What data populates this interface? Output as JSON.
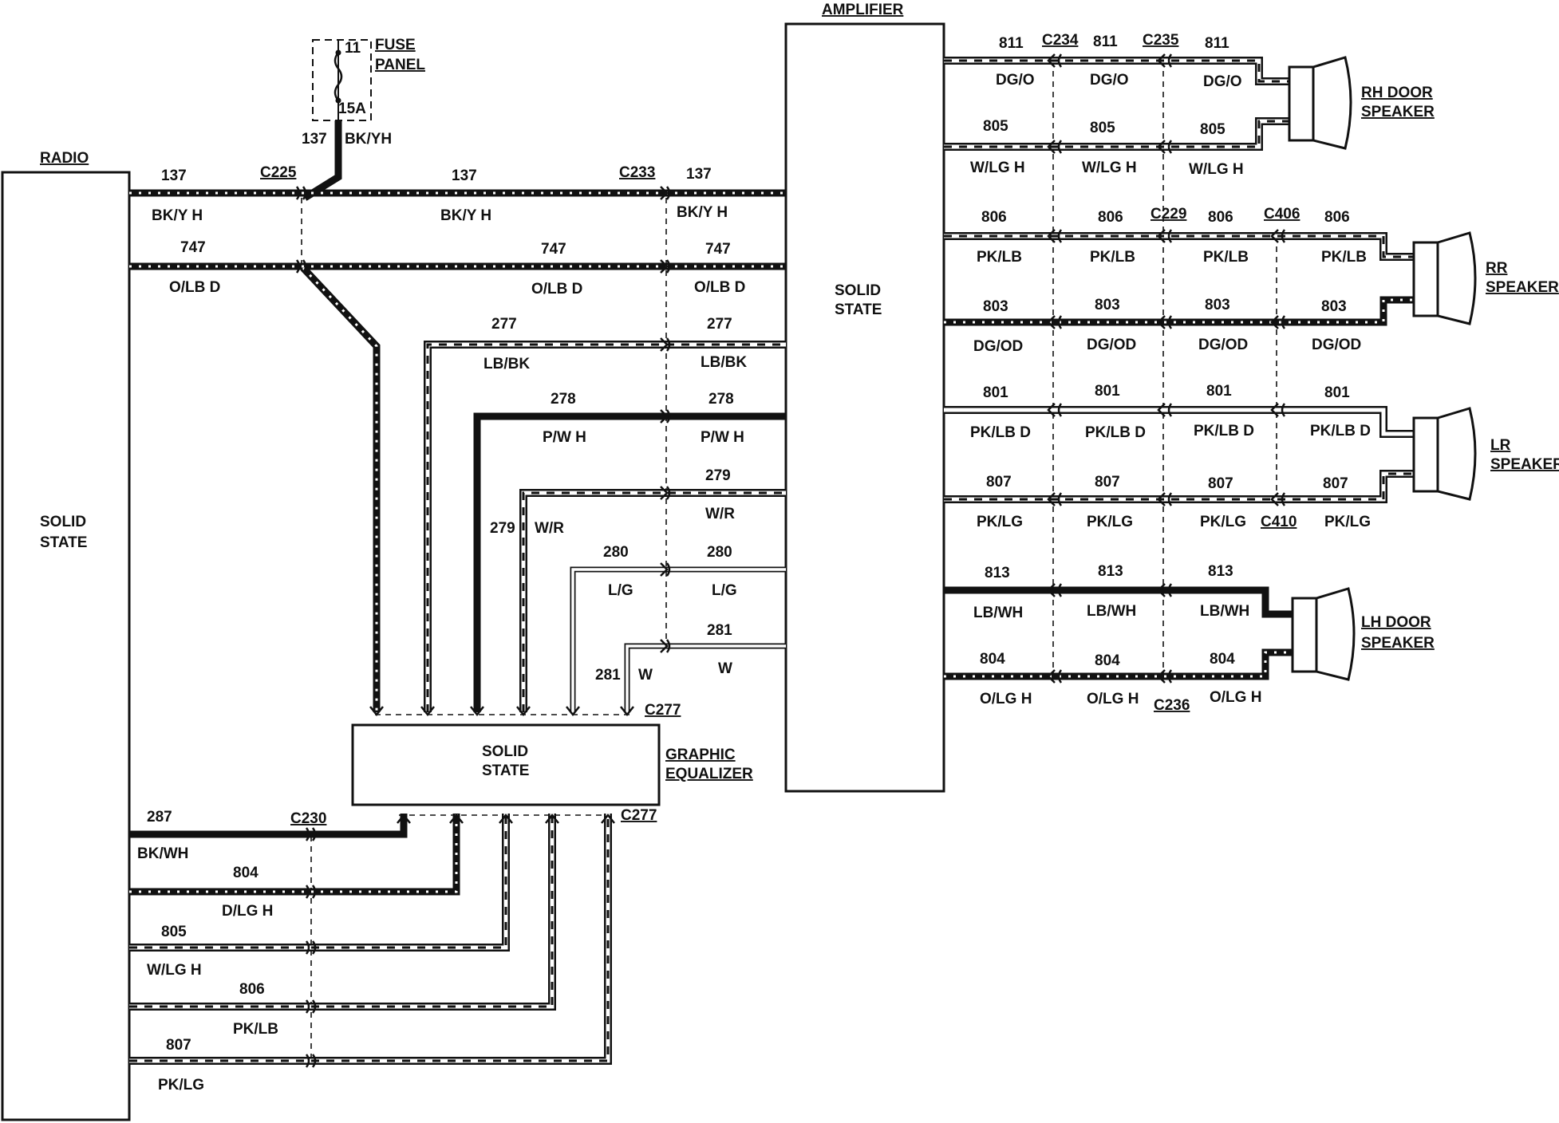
{
  "components": {
    "radio": {
      "title": "RADIO",
      "line1": "SOLID",
      "line2": "STATE"
    },
    "amplifier": {
      "title": "AMPLIFIER",
      "line1": "SOLID",
      "line2": "STATE"
    },
    "equalizer": {
      "title1": "GRAPHIC",
      "title2": "EQUALIZER",
      "line1": "SOLID",
      "line2": "STATE"
    },
    "fuse_panel": {
      "title1": "FUSE",
      "title2": "PANEL",
      "fuse_number": "11",
      "rating": "15A"
    },
    "speakers": {
      "rh_door": {
        "line1": "RH DOOR",
        "line2": "SPEAKER"
      },
      "rr": {
        "line1": "RR",
        "line2": "SPEAKER"
      },
      "lr": {
        "line1": "LR",
        "line2": "SPEAKER"
      },
      "lh_door": {
        "line1": "LH DOOR",
        "line2": "SPEAKER"
      }
    }
  },
  "connectors": {
    "c225": "C225",
    "c233": "C233",
    "c277_top": "C277",
    "c277_bottom": "C277",
    "c230": "C230",
    "c234": "C234",
    "c235": "C235",
    "c229": "C229",
    "c406": "C406",
    "c410": "C410",
    "c236": "C236"
  },
  "wires": {
    "fuse_feed": {
      "circuit": "137",
      "color": "BK/YH"
    },
    "w137": {
      "circuit": "137",
      "color": "BK/Y H"
    },
    "w747": {
      "circuit": "747",
      "color": "O/LB D"
    },
    "w277": {
      "circuit": "277",
      "color": "LB/BK"
    },
    "w278": {
      "circuit": "278",
      "color": "P/W H"
    },
    "w279": {
      "circuit": "279",
      "color": "W/R"
    },
    "w280": {
      "circuit": "280",
      "color": "L/G"
    },
    "w281": {
      "circuit": "281",
      "color": "W"
    },
    "w287": {
      "circuit": "287",
      "color": "BK/WH"
    },
    "w804_radio": {
      "circuit": "804",
      "color": "D/LG H"
    },
    "w805_radio": {
      "circuit": "805",
      "color": "W/LG H"
    },
    "w806_radio": {
      "circuit": "806",
      "color": "PK/LB"
    },
    "w807_radio": {
      "circuit": "807",
      "color": "PK/LG"
    },
    "w811": {
      "circuit": "811",
      "color": "DG/O"
    },
    "w805": {
      "circuit": "805",
      "color": "W/LG H"
    },
    "w806": {
      "circuit": "806",
      "color": "PK/LB"
    },
    "w803": {
      "circuit": "803",
      "color": "DG/OD"
    },
    "w801": {
      "circuit": "801",
      "color": "PK/LB D"
    },
    "w807": {
      "circuit": "807",
      "color": "PK/LG"
    },
    "w813": {
      "circuit": "813",
      "color": "LB/WH"
    },
    "w804": {
      "circuit": "804",
      "color": "O/LG H"
    }
  }
}
